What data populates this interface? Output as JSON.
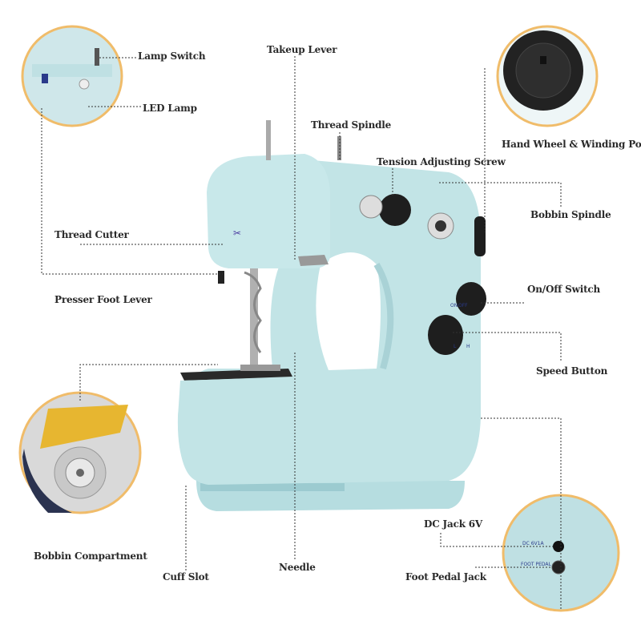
{
  "labels": {
    "lamp_switch": "Lamp Switch",
    "led_lamp": "LED Lamp",
    "takeup_lever": "Takeup Lever",
    "thread_spindle": "Thread Spindle",
    "tension_screw": "Tension Adjusting Screw",
    "hand_wheel": "Hand Wheel & Winding Pole",
    "bobbin_spindle": "Bobbin Spindle",
    "thread_cutter": "Thread Cutter",
    "presser_foot_lever": "Presser Foot Lever",
    "on_off_switch": "On/Off Switch",
    "speed_button": "Speed Button",
    "dc_jack": "DC Jack 6V",
    "foot_pedal_jack": "Foot Pedal Jack",
    "bobbin_compartment": "Bobbin Compartment",
    "cuff_slot": "Cuff Slot",
    "needle": "Needle"
  },
  "machine_markings": {
    "on": "ON",
    "off": "OFF",
    "low": "L",
    "high": "H",
    "dc": "DC 6V1A",
    "foot_pedal": "FOOT PEDAL"
  },
  "colors": {
    "body": "#c2e4e6",
    "callout_ring": "#f0bc6a",
    "knob": "#1e1e1e",
    "leader": "#333333"
  }
}
